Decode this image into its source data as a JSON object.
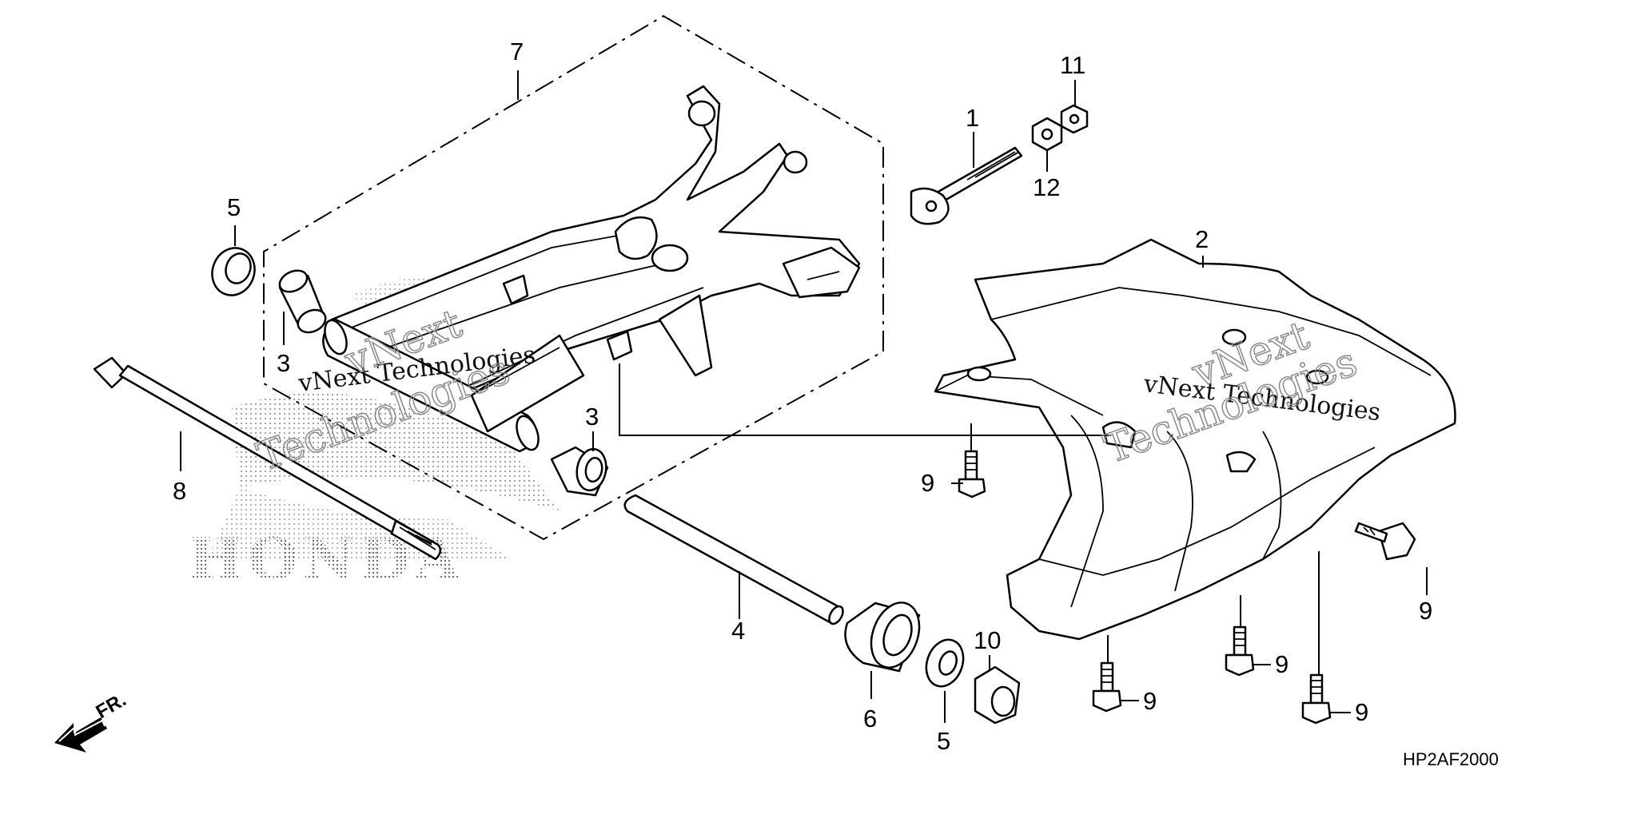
{
  "diagram": {
    "callouts": [
      {
        "id": "c7",
        "label": "7"
      },
      {
        "id": "c5a",
        "label": "5"
      },
      {
        "id": "c3a",
        "label": "3"
      },
      {
        "id": "c3b",
        "label": "3"
      },
      {
        "id": "c8",
        "label": "8"
      },
      {
        "id": "c4",
        "label": "4"
      },
      {
        "id": "c6",
        "label": "6"
      },
      {
        "id": "c5b",
        "label": "5"
      },
      {
        "id": "c10",
        "label": "10"
      },
      {
        "id": "c1",
        "label": "1"
      },
      {
        "id": "c11",
        "label": "11"
      },
      {
        "id": "c12",
        "label": "12"
      },
      {
        "id": "c2",
        "label": "2"
      },
      {
        "id": "c9a",
        "label": "9"
      },
      {
        "id": "c9b",
        "label": "9"
      },
      {
        "id": "c9c",
        "label": "9"
      },
      {
        "id": "c9d",
        "label": "9"
      },
      {
        "id": "c9e",
        "label": "9"
      }
    ],
    "direction_label": "FR.",
    "figure_code": "HP2AF2000",
    "watermarks": [
      "vNext Technologies",
      "vNext Technologies",
      "vNext",
      "Technologies",
      "vNext",
      "Technologies"
    ],
    "brand_mark": "HONDA",
    "colors": {
      "ink": "#000000",
      "paper": "#ffffff",
      "stipple": "#9a9a9a"
    }
  }
}
